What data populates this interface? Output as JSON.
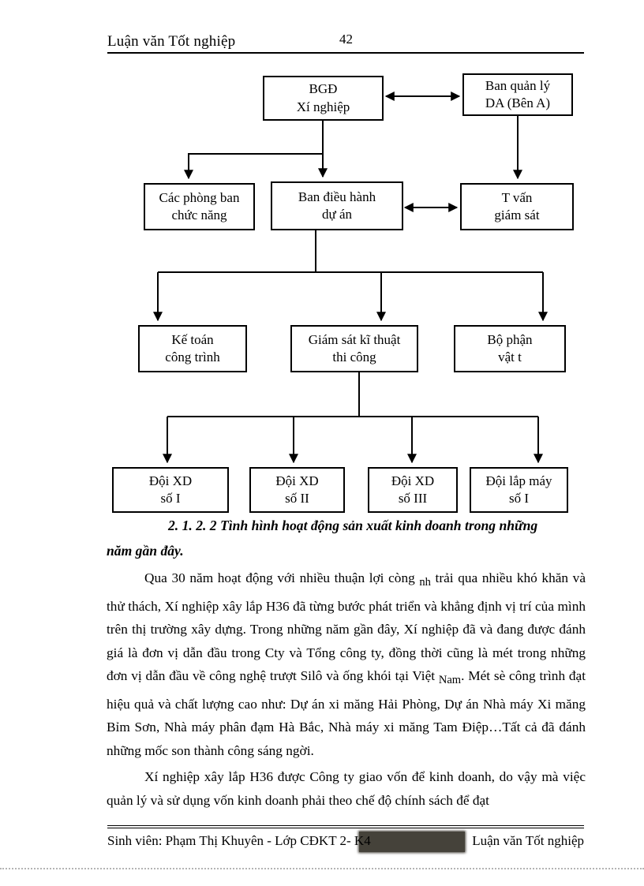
{
  "header": {
    "title": "Luận văn Tốt nghiệp",
    "page_number": "42"
  },
  "org_chart": {
    "boxes": [
      {
        "line1": "BGĐ",
        "line2": "Xí nghiệp"
      },
      {
        "line1": "Ban quản lý",
        "line2": "DA (Bên A)"
      },
      {
        "line1": "Các phòng ban",
        "line2": "chức năng"
      },
      {
        "line1": "Ban điều hành",
        "line2": "dự án"
      },
      {
        "line1": "T  vấn",
        "line2": "giám sát"
      },
      {
        "line1": "Kế toán",
        "line2": "công trình"
      },
      {
        "line1": "Giám sát kĩ thuật",
        "line2": "thi công"
      },
      {
        "line1": "Bộ phận",
        "line2": "vật t"
      },
      {
        "line1": "Đội XD",
        "line2": "số I"
      },
      {
        "line1": "Đội XD",
        "line2": "số II"
      },
      {
        "line1": "Đội XD",
        "line2": "số III"
      },
      {
        "line1": "Đội lắp máy",
        "line2": "số I"
      }
    ]
  },
  "section": {
    "heading_line1": "2. 1. 2. 2 Tình hình hoạt động sản xuất kinh doanh trong những",
    "heading_line2": "năm gần đây."
  },
  "paragraphs": {
    "p1": {
      "seg1": "Qua 30 năm hoạt động với nhiều thuận lợi còng ",
      "seg2_sub": "nh",
      "seg3": "  trải qua nhiều khó khăn và thử thách, Xí nghiệp xây lắp H36 đã từng bước phát triển  và khẳng định  vị trí  của mình trên thị  trường  xây dựng.  Trong  những  năm  gần  đây,  Xí nghiệp  đã  và  đang được  đánh  giá  là  đơn vị dẫn  đầu  trong Cty và Tổng công ty,  đồng thời  cũng  là  mét  trong những  đơn vị dẫn  đầu về  công nghệ trượt Silô và ống khói tại Việt ",
      "seg4_sub": "Nam",
      "seg5": ". Mét sè công trình đạt hiệu quả và chất lượng cao như:  Dự án xi măng Hải Phòng, Dự án Nhà máy Xi măng Bỉm Sơn, Nhà máy phân đạm Hà Bắc,  Nhà máy xi măng Tam Điệp…Tất cả đã đánh những mốc son thành  công  sáng  ngời."
    },
    "p2": "Xí nghiệp  xây lắp  H36 được  Công ty giao vốn  để kinh  doanh,  do vậy  mà việc  quản lý  và sử dụng vốn kinh  doanh phải theo  chế độ chính sách để đạt"
  },
  "footer": {
    "left": "Sinh viên:  Phạm Thị Khuyên   - Lớp CĐKT 2- K4",
    "right": "Luận văn Tốt nghiệp"
  }
}
